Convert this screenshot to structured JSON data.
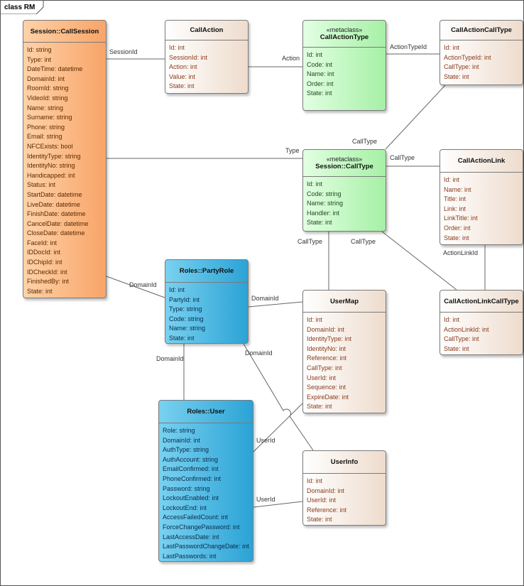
{
  "frame": {
    "label": "class RM"
  },
  "classes": {
    "call_session": {
      "name": "Session::CallSession",
      "attributes": [
        "Id: string",
        "Type: int",
        "DateTime: datetime",
        "DomainId: int",
        "RoomId: string",
        "VideoId: string",
        "Name: string",
        "Surname: string",
        "Phone: string",
        "Email: string",
        "NFCExists: bool",
        "IdentityType: string",
        "IdentityNo: string",
        "Handicapped: int",
        "Status: int",
        "StartDate: datetime",
        "LiveDate: datetime",
        "FinishDate: datetime",
        "CancelDate: datetime",
        "CloseDate: datetime",
        "FaceId: int",
        "IDDocId: int",
        "IDChipId: int",
        "IDCheckId: int",
        "FinishedBy: int",
        "State: int"
      ]
    },
    "call_action": {
      "name": "CallAction",
      "attributes": [
        "Id: int",
        "SessionId: int",
        "Action: int",
        "Value: int",
        "State: int"
      ]
    },
    "call_action_type": {
      "stereotype": "«metaclass»",
      "name": "CallActionType",
      "attributes": [
        "Id: int",
        "Code: int",
        "Name: int",
        "Order: int",
        "State: int"
      ]
    },
    "call_action_call_type": {
      "name": "CallActionCallType",
      "attributes": [
        "Id: int",
        "ActionTypeId: int",
        "CallType: int",
        "State: int"
      ]
    },
    "call_type": {
      "stereotype": "«metaclass»",
      "name": "Session::CallType",
      "attributes": [
        "Id: int",
        "Code: string",
        "Name: string",
        "Handler: int",
        "State: int"
      ]
    },
    "call_action_link": {
      "name": "CallActionLink",
      "attributes": [
        "Id: int",
        "Name: int",
        "Title: int",
        "Link: int",
        "LinkTitle: int",
        "Order: int",
        "State: int"
      ]
    },
    "call_action_link_call_type": {
      "name": "CallActionLinkCallType",
      "attributes": [
        "Id: int",
        "ActionLinkId: int",
        "CallType: int",
        "State: int"
      ]
    },
    "party_role": {
      "name": "Roles::PartyRole",
      "attributes": [
        "Id: int",
        "PartyId: int",
        "Type: string",
        "Code: string",
        "Name: string",
        "State: int"
      ]
    },
    "user_map": {
      "name": "UserMap",
      "attributes": [
        "Id: int",
        "DomainId: int",
        "IdentityType: int",
        "IdentityNo: int",
        "Reference: int",
        "CallType: int",
        "UserId: int",
        "Sequence: int",
        "ExpireDate: int",
        "State: int"
      ]
    },
    "user": {
      "name": "Roles::User",
      "attributes": [
        "Role: string",
        "DomainId: int",
        "AuthType: string",
        "AuthAccount: string",
        "EmailConfirmed: int",
        "PhoneConfirmed: int",
        "Password: string",
        "LockoutEnabled: int",
        "LockoutEnd: int",
        "AccessFailedCount: int",
        "ForceChangePassword: int",
        "LastAccessDate: int",
        "LastPasswordChangeDate: int",
        "LastPasswords: int"
      ]
    },
    "user_info": {
      "name": "UserInfo",
      "attributes": [
        "Id: int",
        "DomainId: int",
        "UserId: int",
        "Reference: int",
        "State: int"
      ]
    }
  },
  "connector_labels": {
    "session_id": "SessionId",
    "action": "Action",
    "action_type_id": "ActionTypeId",
    "call_type_a": "CallType",
    "call_type_b": "CallType",
    "type": "Type",
    "call_type_c": "CallType",
    "call_type_d": "CallType",
    "action_link_id": "ActionLinkId",
    "domain_id_a": "DomainId",
    "domain_id_b": "DomainId",
    "domain_id_c": "DomainId",
    "domain_id_d": "DomainId",
    "user_id_a": "UserId",
    "user_id_b": "UserId"
  }
}
